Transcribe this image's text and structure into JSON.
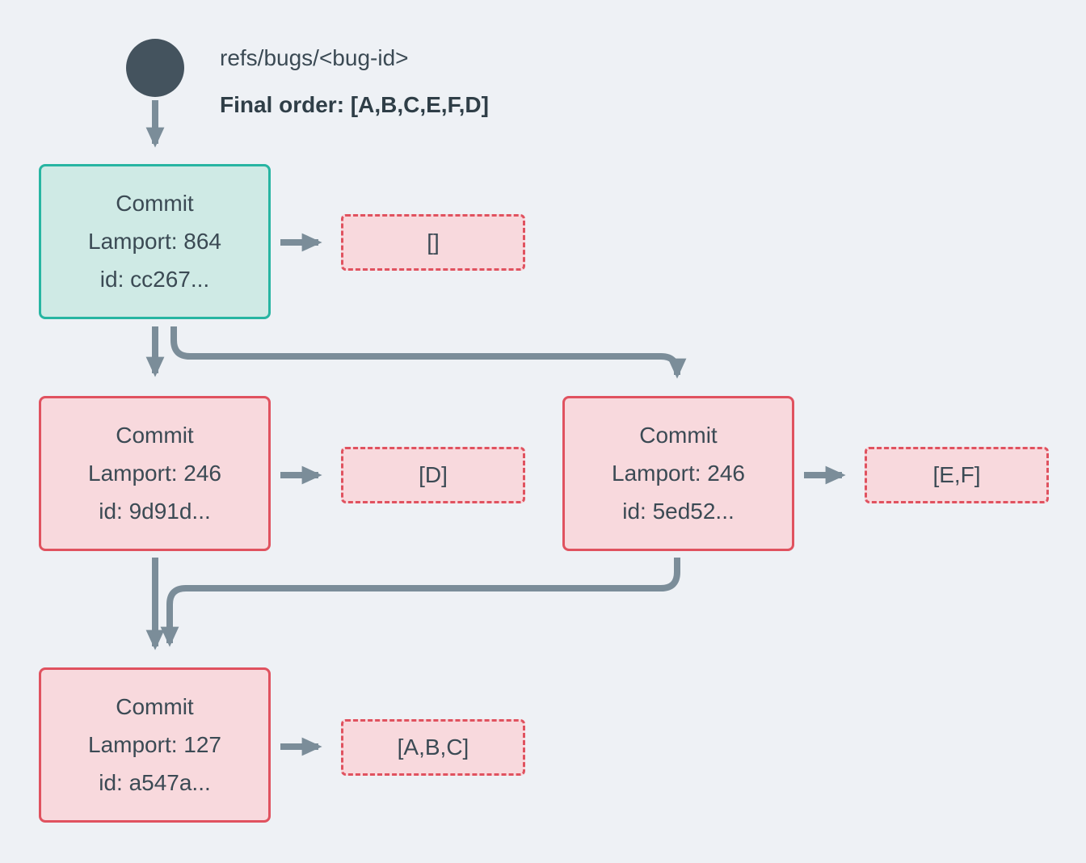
{
  "diagram": {
    "title_ref": "refs/bugs/<bug-id>",
    "final_order": "Final order: [A,B,C,E,F,D]"
  },
  "colors": {
    "background": "#eef1f5",
    "arrow": "#7b8d99",
    "ref_node": "#44535e",
    "teal_fill": "#cfeae5",
    "teal_border": "#27b5a2",
    "pink_fill": "#f8d9dd",
    "pink_border": "#e0525f",
    "text": "#3b4a54"
  },
  "commits": [
    {
      "title": "Commit",
      "lamport": "Lamport: 864",
      "id": "id: cc267...",
      "ops": "[]"
    },
    {
      "title": "Commit",
      "lamport": "Lamport: 246",
      "id": "id: 9d91d...",
      "ops": "[D]"
    },
    {
      "title": "Commit",
      "lamport": "Lamport: 246",
      "id": "id: 5ed52...",
      "ops": "[E,F]"
    },
    {
      "title": "Commit",
      "lamport": "Lamport: 127",
      "id": "id: a547a...",
      "ops": "[A,B,C]"
    }
  ]
}
